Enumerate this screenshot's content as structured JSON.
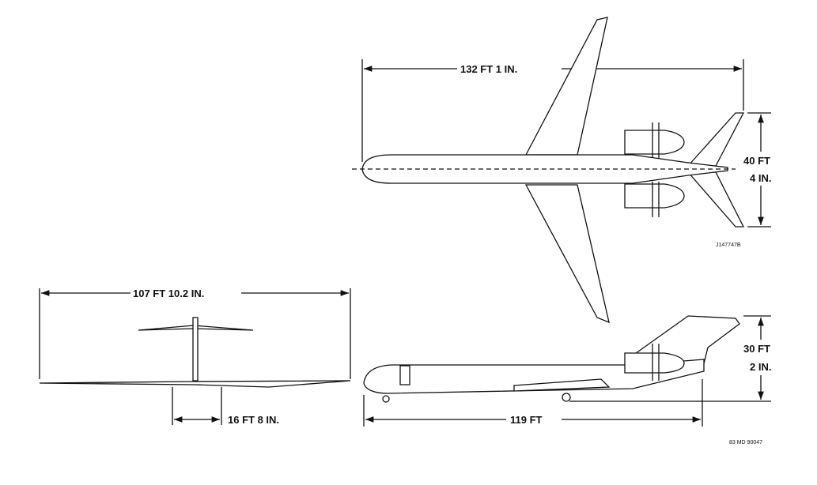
{
  "dimensions": {
    "wingspan": "132 FT 1 IN.",
    "tail_span_line1": "40 FT",
    "tail_span_line2": "4 IN.",
    "length": "119 FT",
    "height_line1": "30 FT",
    "height_line2": "2 IN.",
    "tail_width": "107 FT 10.2 IN.",
    "track": "16 FT 8 IN."
  },
  "drawing_numbers": {
    "top_view": "J147747B",
    "sheet": "83 MD 90047"
  }
}
